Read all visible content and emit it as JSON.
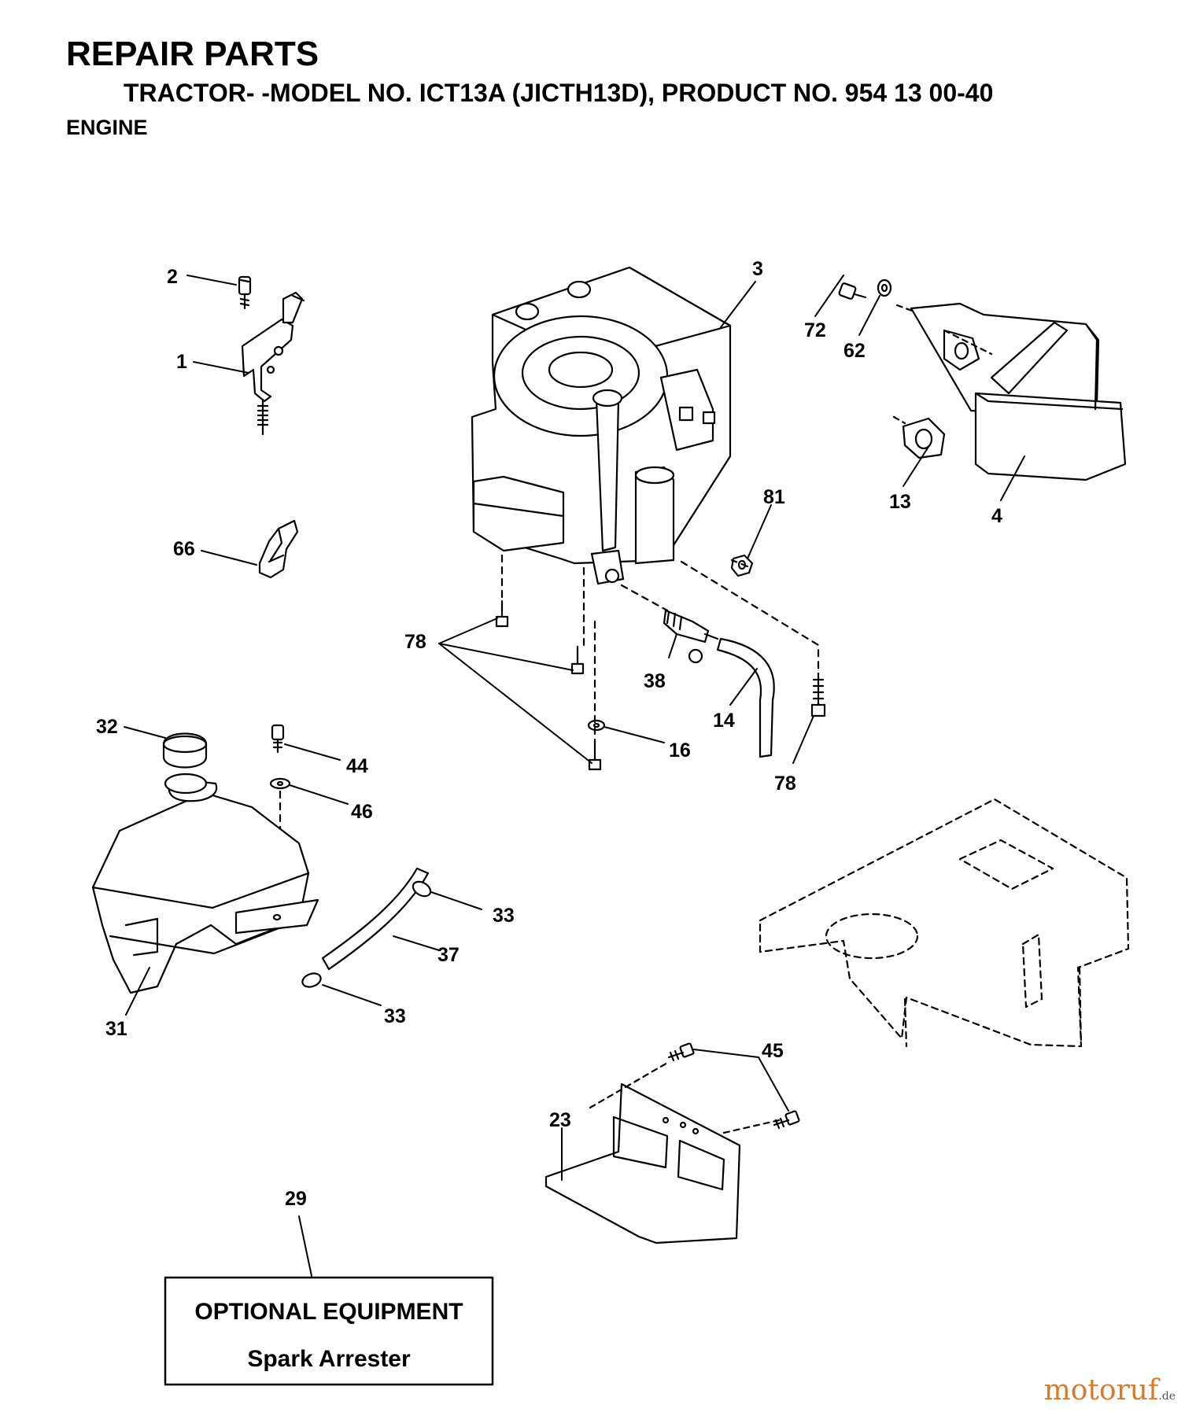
{
  "header": {
    "title": "REPAIR PARTS",
    "model_line": "TRACTOR- -MODEL NO. ICT13A (JICTH13D), PRODUCT NO. 954 13 00-40",
    "section": "ENGINE"
  },
  "callouts": [
    {
      "id": "c2",
      "label": "2"
    },
    {
      "id": "c1",
      "label": "1"
    },
    {
      "id": "c66",
      "label": "66"
    },
    {
      "id": "c3",
      "label": "3"
    },
    {
      "id": "c72",
      "label": "72"
    },
    {
      "id": "c62",
      "label": "62"
    },
    {
      "id": "c13",
      "label": "13"
    },
    {
      "id": "c4",
      "label": "4"
    },
    {
      "id": "c81",
      "label": "81"
    },
    {
      "id": "c78a",
      "label": "78"
    },
    {
      "id": "c38",
      "label": "38"
    },
    {
      "id": "c14",
      "label": "14"
    },
    {
      "id": "c16",
      "label": "16"
    },
    {
      "id": "c78b",
      "label": "78"
    },
    {
      "id": "c32",
      "label": "32"
    },
    {
      "id": "c44",
      "label": "44"
    },
    {
      "id": "c46",
      "label": "46"
    },
    {
      "id": "c33a",
      "label": "33"
    },
    {
      "id": "c37",
      "label": "37"
    },
    {
      "id": "c33b",
      "label": "33"
    },
    {
      "id": "c31",
      "label": "31"
    },
    {
      "id": "c45",
      "label": "45"
    },
    {
      "id": "c23",
      "label": "23"
    },
    {
      "id": "c29",
      "label": "29"
    }
  ],
  "optional_box": {
    "heading": "OPTIONAL EQUIPMENT",
    "item": "Spark Arrester"
  },
  "watermark": {
    "brand": "motoruf",
    "suffix": ".de"
  }
}
